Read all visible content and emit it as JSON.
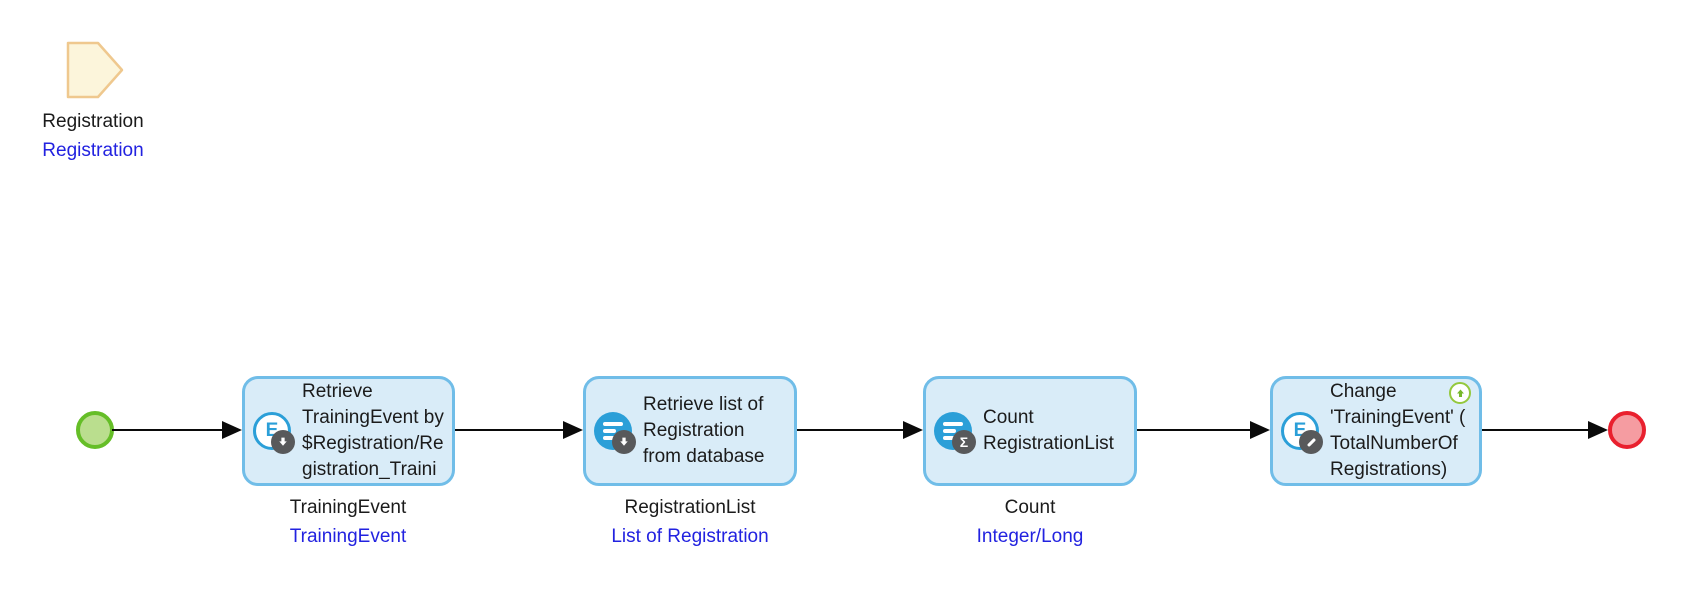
{
  "parameter": {
    "name": "Registration",
    "type": "Registration"
  },
  "icons": {
    "entity_glyph": "E",
    "sigma_glyph": "Σ"
  },
  "activities": [
    {
      "caption": "Retrieve\nTrainingEvent by\n$Registration/Re\ngistration_Traini",
      "output_name": "TrainingEvent",
      "output_type": "TrainingEvent"
    },
    {
      "caption": "Retrieve list of\nRegistration\nfrom database",
      "output_name": "RegistrationList",
      "output_type": "List of Registration"
    },
    {
      "caption": "Count\nRegistrationList",
      "output_name": "Count",
      "output_type": "Integer/Long"
    },
    {
      "caption": "Change\n'TrainingEvent' (\nTotalNumberOf\nRegistrations)"
    }
  ],
  "colors": {
    "activity_fill": "#D9ECF8",
    "activity_border": "#70BDE8",
    "icon_blue": "#2B9FD8",
    "badge_gray": "#58595B",
    "start_fill": "#BADE8E",
    "start_border": "#65BE27",
    "end_fill": "#F59CA1",
    "end_border": "#E9202E",
    "parameter_fill": "#FCF5DB",
    "parameter_border": "#EFC88E",
    "type_text_blue": "#2222E0",
    "commit_green": "#76B82A",
    "arrow_black": "#0A0A0A"
  }
}
